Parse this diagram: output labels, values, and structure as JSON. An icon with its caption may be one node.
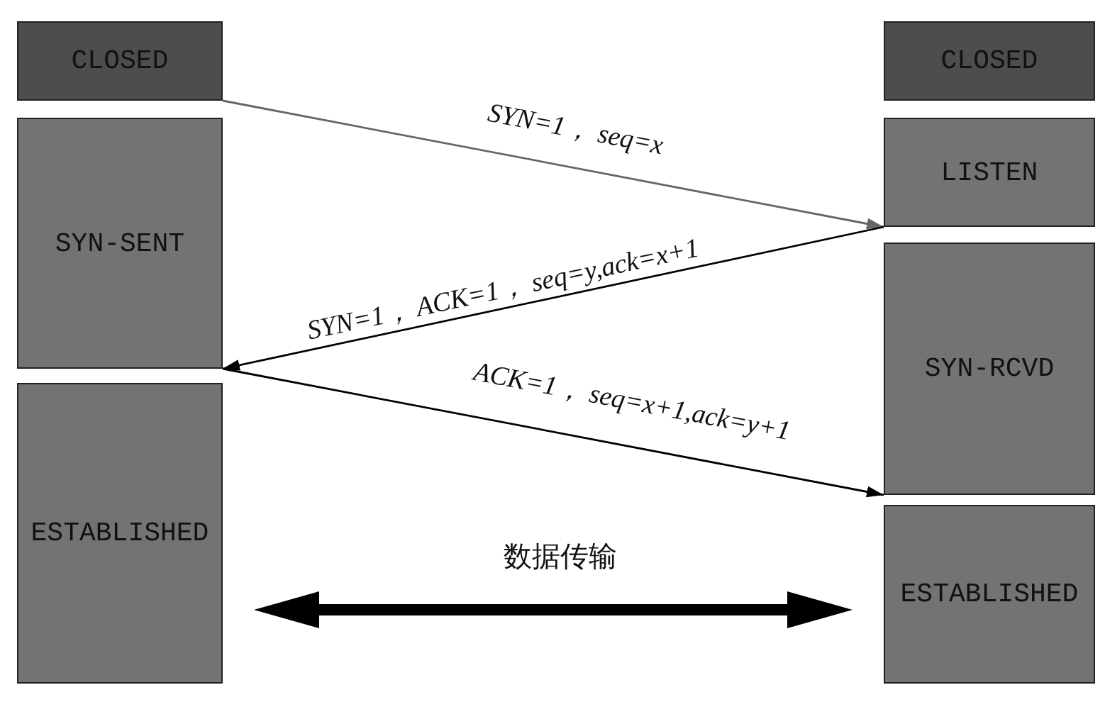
{
  "diagram": {
    "nodes": [
      {
        "text": [
          "CLOSED"
        ]
      },
      {
        "text": [
          "SYN-SENT"
        ]
      },
      {
        "text": [
          "ESTABLISHED"
        ]
      },
      {
        "text": [
          "CLOSED"
        ]
      },
      {
        "text": [
          "LISTEN"
        ]
      },
      {
        "text": [
          "SYN-RCVD"
        ]
      },
      {
        "text": [
          "ESTABLISHED"
        ]
      }
    ],
    "edges": [
      {
        "from": 0,
        "to": 4,
        "arrow": "to",
        "label": "SYN=1， seq=x",
        "color": "#666666"
      },
      {
        "from": 4,
        "to": 1,
        "arrow": "to",
        "label": "SYN=1， ACK=1， seq=y,ack=x+1"
      },
      {
        "from": 1,
        "to": 5,
        "arrow": "to",
        "label": "ACK=1， seq=x+1,ack=y+1"
      },
      {
        "from": 2,
        "to": 6,
        "arrow": "both",
        "style": "thick",
        "label": "数据传输"
      }
    ]
  }
}
